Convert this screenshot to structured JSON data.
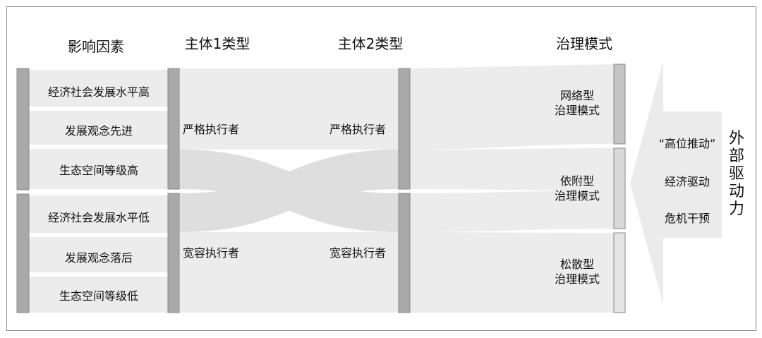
{
  "headers": {
    "factors": "影响因素",
    "actor1": "主体1类型",
    "actor2": "主体2类型",
    "mode": "治理模式"
  },
  "factor_groups": [
    {
      "items": [
        "经济社会发展水平高",
        "发展观念先进",
        "生态空间等级高"
      ]
    },
    {
      "items": [
        "经济社会发展水平低",
        "发展观念落后",
        "生态空间等级低"
      ]
    }
  ],
  "actor1_types": [
    "严格执行者",
    "宽容执行者"
  ],
  "actor2_types": [
    "严格执行者",
    "宽容执行者"
  ],
  "modes": [
    {
      "line1": "网络型",
      "line2": "治理模式"
    },
    {
      "line1": "依附型",
      "line2": "治理模式"
    },
    {
      "line1": "松散型",
      "line2": "治理模式"
    }
  ],
  "external_drivers": {
    "title": "外部驱动力",
    "items": [
      "“高位推动”",
      "经济驱动",
      "危机干预"
    ]
  },
  "colors": {
    "dark_node": "#a9a9a9",
    "light_node": "#d4d4d4",
    "flow": "#ececec",
    "cross_flow": "#d9d9d9",
    "arrow": "#ebebeb",
    "frame": "#8a8a8a"
  }
}
